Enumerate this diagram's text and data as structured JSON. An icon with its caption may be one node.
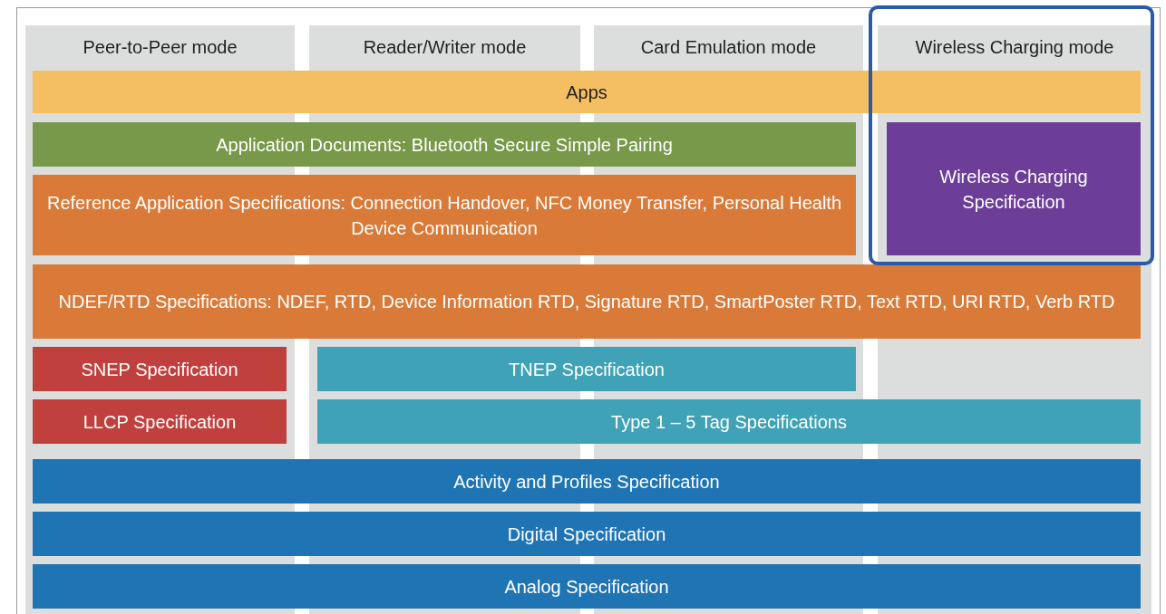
{
  "diagram": {
    "nodes": [
      {
        "text": [
          "Peer-to-Peer mode"
        ]
      },
      {
        "text": [
          "Reader/Writer mode"
        ]
      },
      {
        "text": [
          "Card Emulation mode"
        ]
      },
      {
        "text": [
          "Wireless Charging mode"
        ]
      },
      {
        "text": [
          "Apps"
        ]
      },
      {
        "text": [
          "Application Documents: Bluetooth Secure Simple Pairing"
        ]
      },
      {
        "text": [
          "Wireless Charging Specification"
        ]
      },
      {
        "text": [
          "Reference Application Specifications: Connection Handover, NFC Money Transfer, Personal Health Device Communication"
        ]
      },
      {
        "text": [
          "NDEF/RTD Specifications: NDEF, RTD, Device Information RTD, Signature RTD, SmartPoster RTD, Text RTD, URI RTD, Verb RTD"
        ]
      },
      {
        "text": [
          "SNEP Specification"
        ]
      },
      {
        "text": [
          "TNEP Specification"
        ]
      },
      {
        "text": [
          "LLCP Specification"
        ]
      },
      {
        "text": [
          "Type 1 – 5 Tag Specifications"
        ]
      },
      {
        "text": [
          "Activity and Profiles Specification"
        ]
      },
      {
        "text": [
          "Digital Specification"
        ]
      },
      {
        "text": [
          "Analog Specification"
        ]
      }
    ],
    "edges": []
  }
}
